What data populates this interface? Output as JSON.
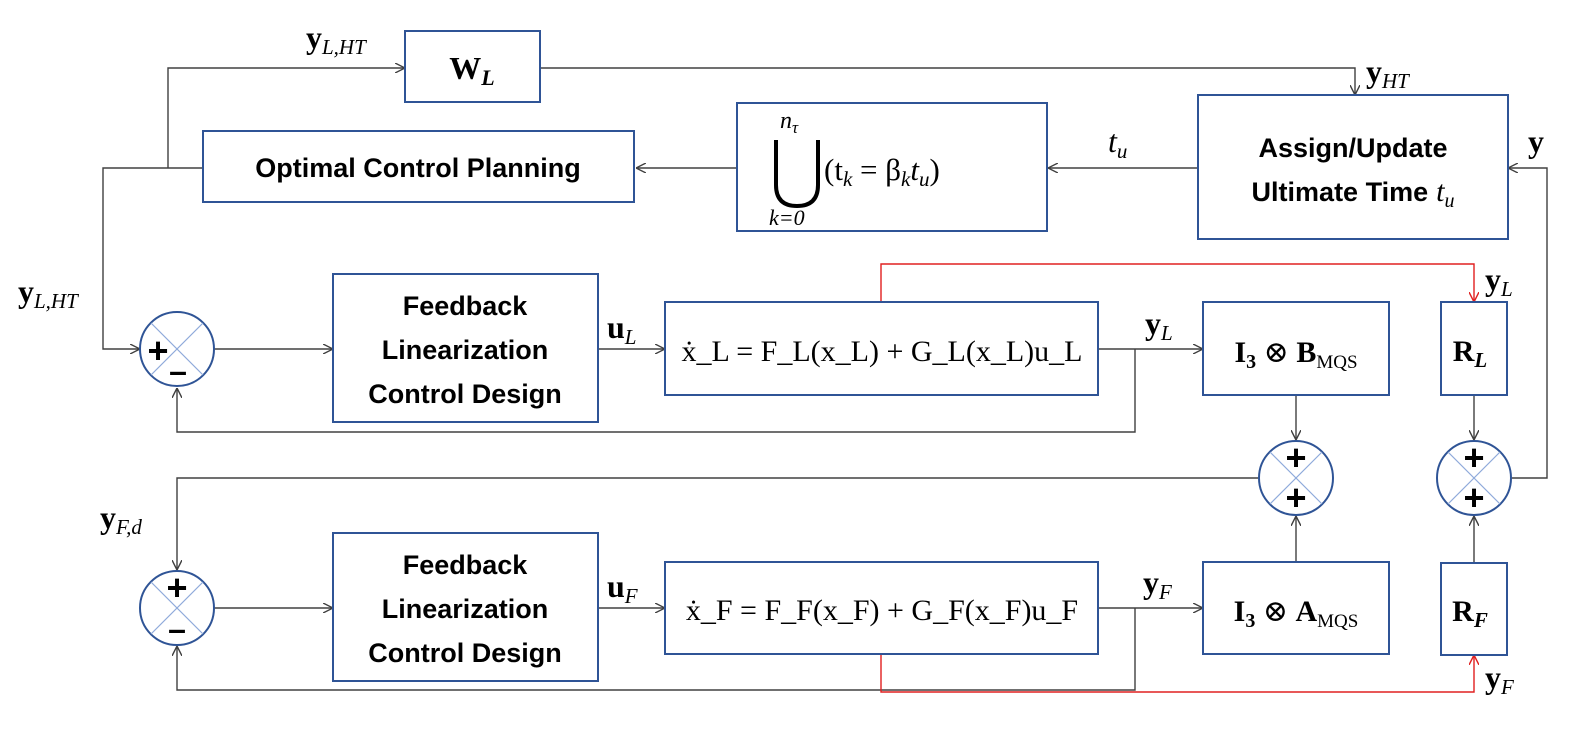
{
  "blocks": {
    "wl": "W",
    "optimal_control": "Optimal Control Planning",
    "union": {
      "upper_limit_base": "n",
      "upper_limit_sub": "τ",
      "lower_limit": "k=0",
      "expr_open": "(t",
      "expr_sub_k": "k",
      "expr_eq": " = β",
      "expr_sub_k2": "k",
      "expr_tu": "t",
      "expr_sub_u": "u",
      "expr_close": ")"
    },
    "assign": {
      "line1": "Assign/Update",
      "line2": "Ultimate Time"
    },
    "fb_lin": {
      "line1": "Feedback",
      "line2": "Linearization",
      "line3": "Control Design"
    },
    "leader_dyn": "ẋ_L = F_L(x_L) + G_L(x_L)u_L",
    "follower_dyn": "ẋ_F = F_F(x_F) + G_F(x_F)u_F",
    "kron_b": {
      "i": "I",
      "three": "3",
      "op": " ⊗ ",
      "mat": "B",
      "sub": "MQS"
    },
    "kron_a": {
      "i": "I",
      "three": "3",
      "op": " ⊗ ",
      "mat": "A",
      "sub": "MQS"
    },
    "rl": "R",
    "rf": "R"
  },
  "signals": {
    "y_l_ht": "y",
    "y_l_ht_sub": "L,HT",
    "y_ht": "y",
    "y_ht_sub": "HT",
    "t_u": "t",
    "t_u_sub": "u",
    "y": "y",
    "u_l": "u",
    "u_l_sub": "L",
    "y_l": "y",
    "y_l_sub": "L",
    "y_f_d": "y",
    "y_f_d_sub": "F,d",
    "u_f": "u",
    "u_f_sub": "F",
    "y_f": "y",
    "y_f_sub": "F"
  },
  "signs": {
    "plus": "+",
    "minus": "–"
  },
  "colors": {
    "block_border": "#2f5496",
    "wire": "#404040",
    "feedback_red": "#e02020"
  }
}
